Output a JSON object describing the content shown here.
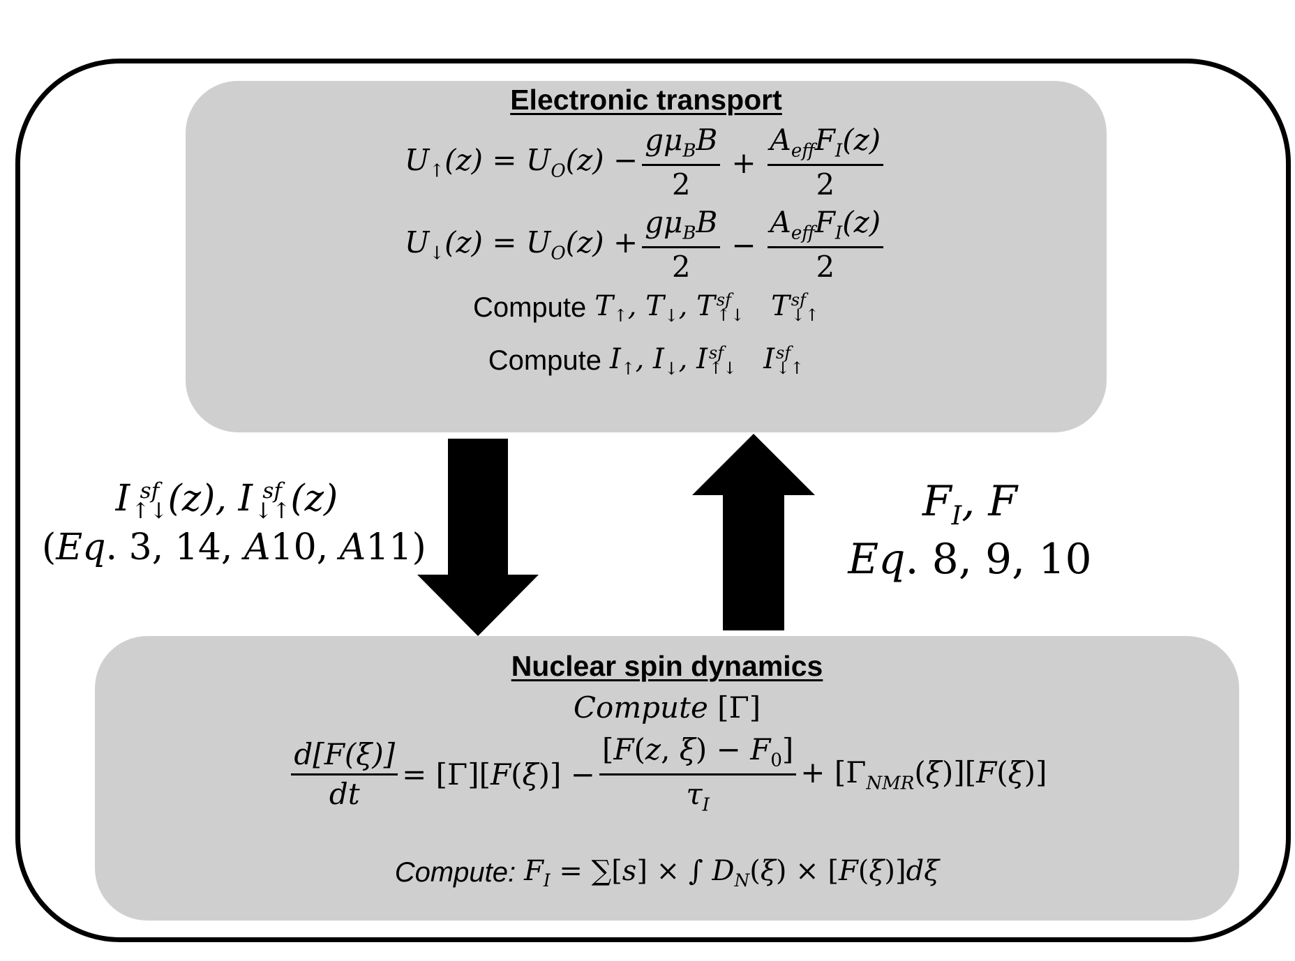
{
  "electronic_transport": {
    "title": "Electronic transport",
    "eq_up_lhs": "U↑(z) = UO(z) −",
    "eq_up_frac1_num": "gμBB",
    "eq_up_frac1_den": "2",
    "eq_up_op": "+",
    "eq_up_frac2_num": "AeffFI(z)",
    "eq_up_frac2_den": "2",
    "eq_down_lhs": "U↓(z) = UO(z) +",
    "eq_down_frac1_num": "gμBB",
    "eq_down_frac1_den": "2",
    "eq_down_op": "−",
    "eq_down_frac2_num": "AeffFI(z)",
    "eq_down_frac2_den": "2",
    "compute_T_word": "Compute",
    "compute_T_terms": "T↑, T↓, T↑↓sf  T↓↑sf",
    "compute_I_word": "Compute",
    "compute_I_terms": "I↑, I↓, I↑↓sf  I↓↑sf"
  },
  "left_arrow_label": {
    "line1": "I↑↓sf(z), I↓↑sf(z)",
    "line2": "(Eq. 3, 14, A10, A11)"
  },
  "right_arrow_label": {
    "line1": "FI, F",
    "line2": "Eq. 8, 9, 10"
  },
  "nuclear_spin_dynamics": {
    "title": "Nuclear spin dynamics",
    "compute_gamma": "Compute [Γ]",
    "main_eq_lhs_num": "d[F(ξ)]",
    "main_eq_lhs_den": "dt",
    "main_eq_mid": "= [Γ][F(ξ)] −",
    "main_eq_frac_num": "[F(z, ξ) − F0]",
    "main_eq_frac_den": "τI",
    "main_eq_rhs": "+ [ΓNMR(ξ)][F(ξ)]",
    "compute_FI_word": "Compute:",
    "compute_FI_expr": "FI = ∑[s] × ∫ DN(ξ) × [F(ξ)]dξ"
  },
  "colors": {
    "panel_fill": "#d0cfd0",
    "frame_stroke": "#000000",
    "arrow_fill": "#000000"
  }
}
